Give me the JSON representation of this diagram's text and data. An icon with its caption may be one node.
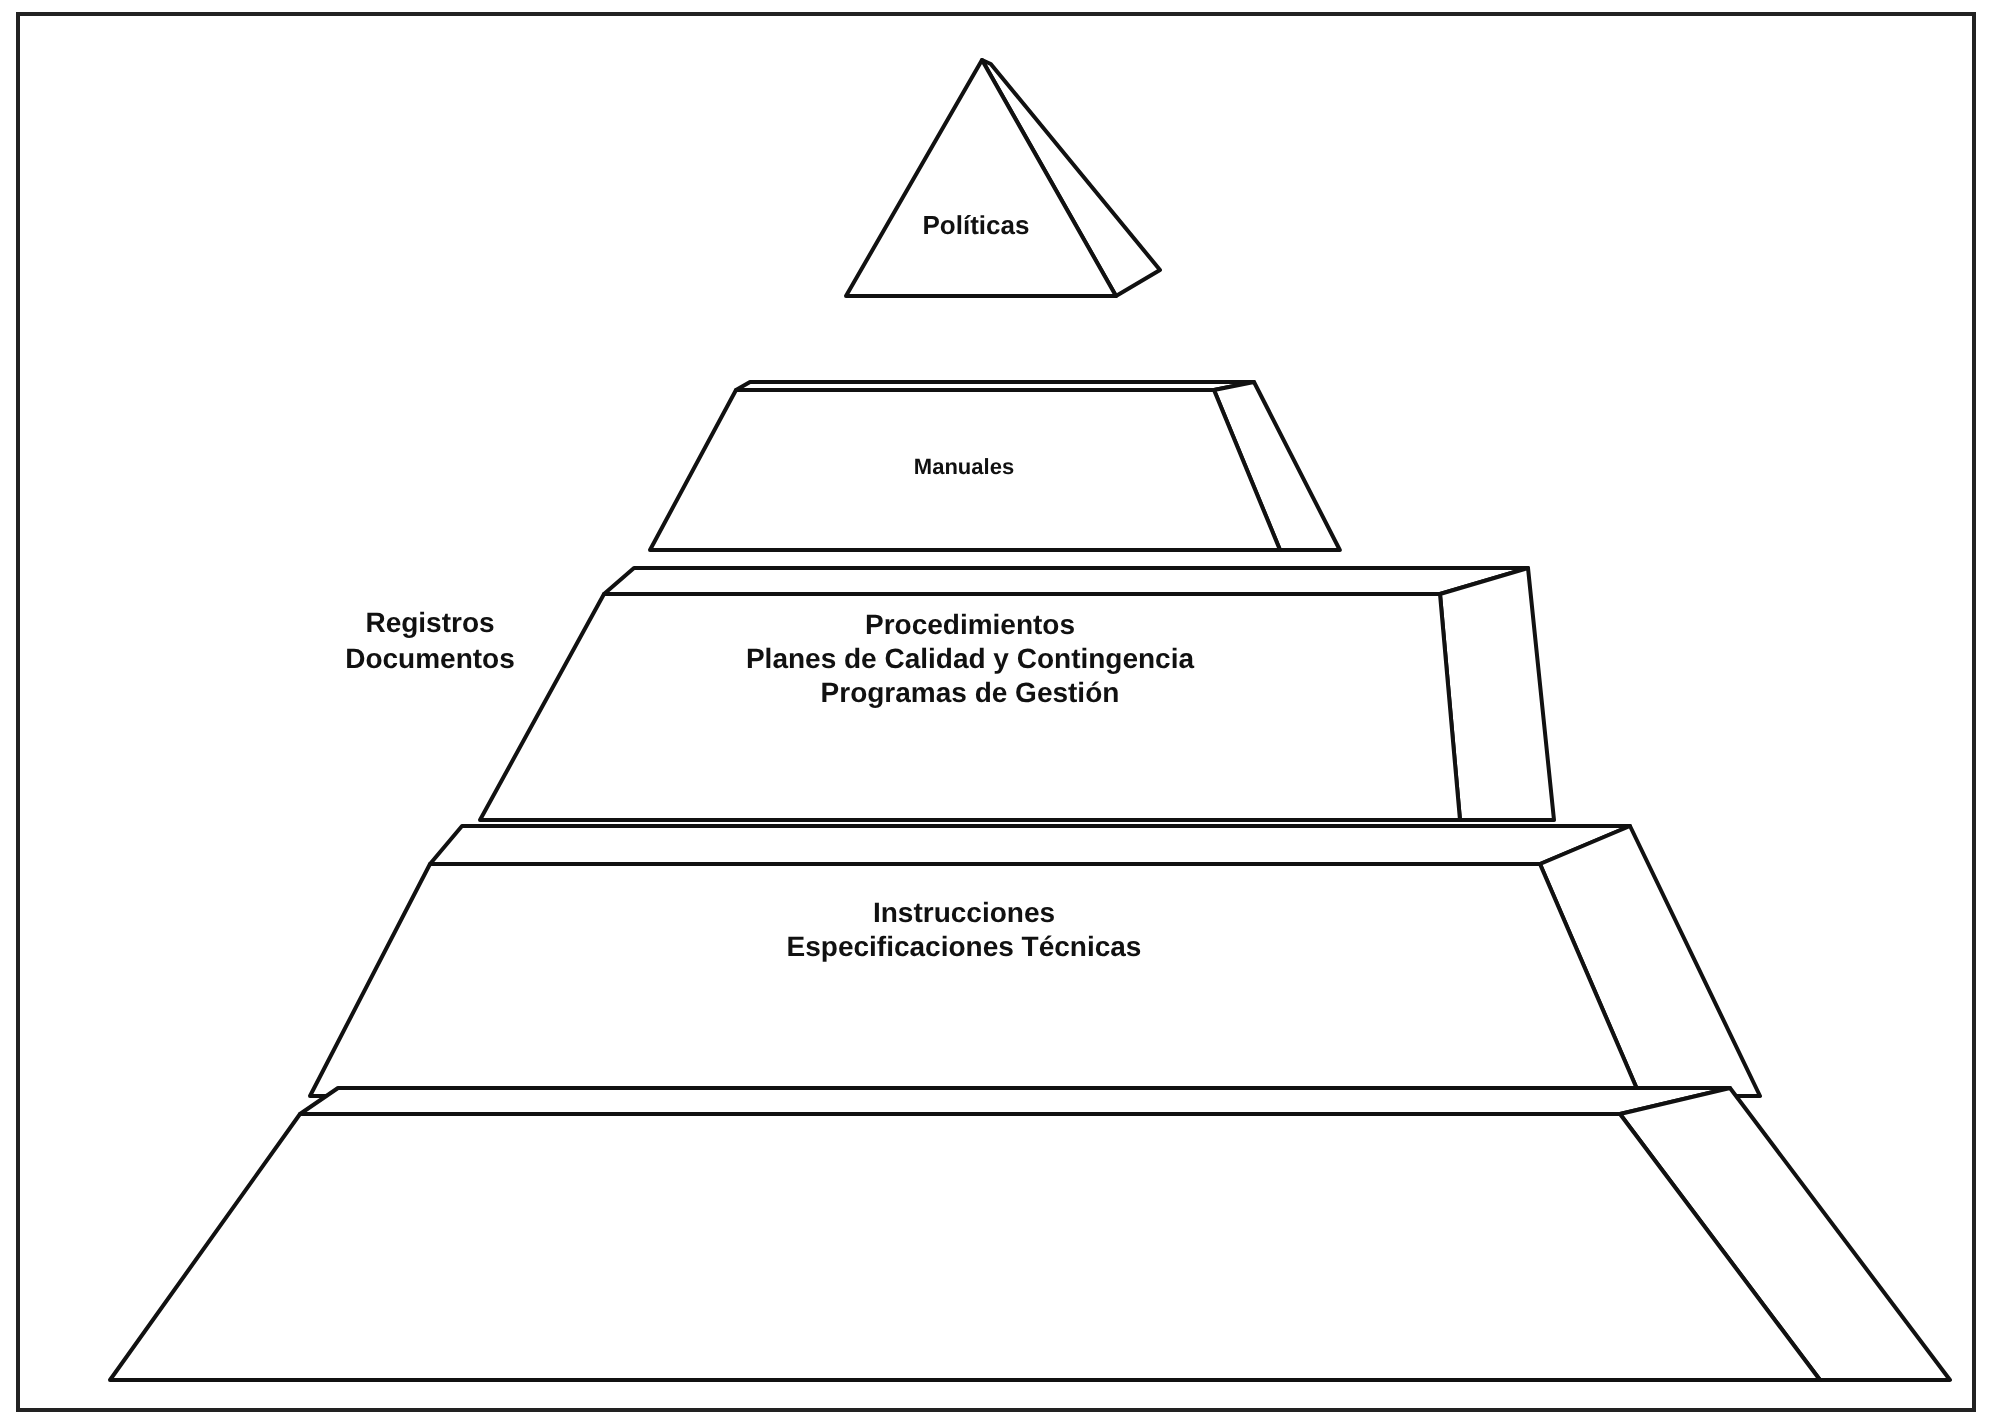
{
  "diagram": {
    "nodes": [
      {
        "text": [
          "Políticas"
        ]
      },
      {
        "text": [
          "Manuales"
        ]
      },
      {
        "text": [
          "Procedimientos",
          "Planes de Calidad y Contingencia",
          "Programas de Gestión"
        ]
      },
      {
        "text": [
          "Instrucciones",
          "Especificaciones Técnicas"
        ]
      },
      {
        "text": [],
        "shape": "trapezoid"
      }
    ],
    "edges": [],
    "labels": [
      "Registros Documentos"
    ]
  }
}
